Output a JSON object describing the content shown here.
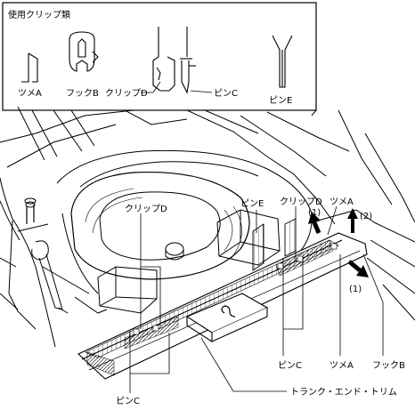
{
  "legend": {
    "title": "使用クリップ類",
    "items": [
      {
        "label": "ツメA"
      },
      {
        "label": "フックB"
      },
      {
        "label": "クリップD"
      },
      {
        "label": "ピンC"
      },
      {
        "label": "ピンE"
      }
    ]
  },
  "callouts": {
    "clip_d_left": "クリップD",
    "pin_e": "ピンE",
    "clip_d_right": "クリップD",
    "claw_a_top": "ツメA",
    "step_1_top": "(1)",
    "step_2": "(2)",
    "step_1_right": "(1)",
    "pin_c_bottom_left": "ピンC",
    "pin_c_bottom_mid": "ピンC",
    "claw_a_bottom": "ツメA",
    "hook_b": "フックB",
    "trunk_end_trim": "トランク・エンド・トリム"
  }
}
